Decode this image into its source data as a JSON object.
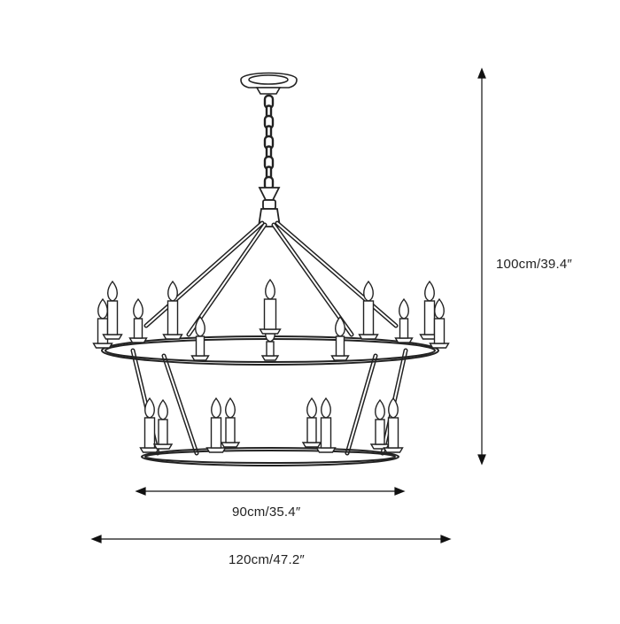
{
  "dimensions": {
    "height_label": "100cm/39.4″",
    "inner_diameter_label": "90cm/35.4″",
    "outer_diameter_label": "120cm/47.2″"
  },
  "colors": {
    "line": "#222222",
    "arrow": "#111111",
    "background": "#ffffff"
  }
}
